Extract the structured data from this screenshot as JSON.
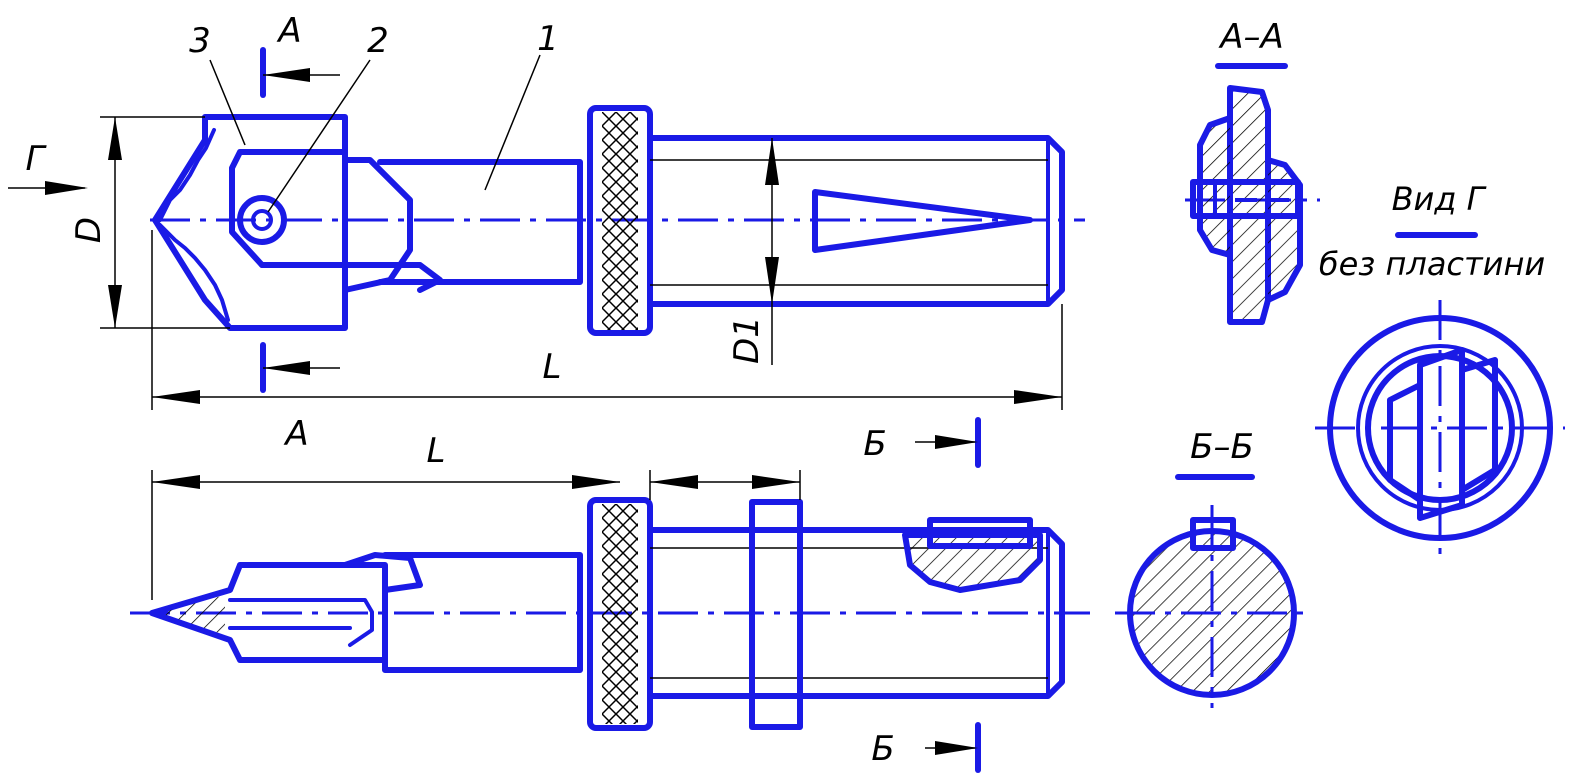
{
  "labels": {
    "item_1": "1",
    "item_2": "2",
    "item_3": "3",
    "section_a_top": "A",
    "section_a_bottom": "A",
    "view_g_marker": "Г",
    "dim_D": "D",
    "dim_D1": "D1",
    "dim_L_top": "L",
    "dim_L_bottom": "L",
    "section_b_top": "Б",
    "section_b_bottom": "Б",
    "section_AA_title": "А–А",
    "section_BB_title": "Б–Б",
    "view_G_title": "Вид Г",
    "view_G_subtitle": "без пластини"
  },
  "colors": {
    "outline": "#1a1ae6",
    "dimension": "#000000",
    "background": "#ffffff"
  }
}
